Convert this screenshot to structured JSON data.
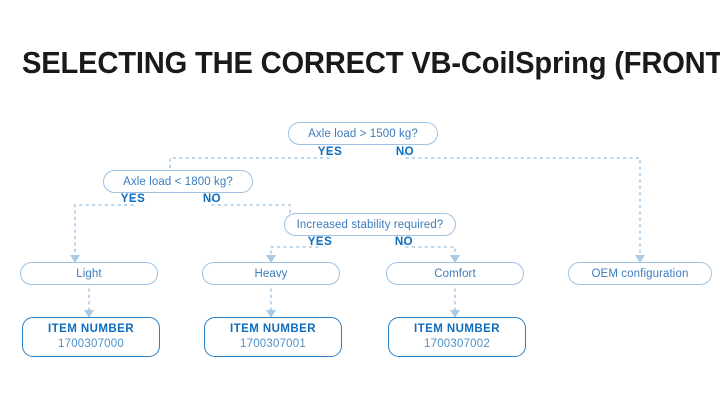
{
  "page": {
    "title": "SELECTING THE CORRECT VB-CoilSpring (FRONT AXLE)",
    "background_color": "#ffffff",
    "accent_color": "#0e6dbd",
    "line_color": "#9dc2e4",
    "pill_text_color": "#3d7cbe"
  },
  "diagram": {
    "type": "flowchart",
    "decisions": [
      {
        "id": "d1",
        "label": "Axle load > 1500 kg?",
        "yes_label": "YES",
        "no_label": "NO",
        "yes_target": "d2",
        "no_target": "r4"
      },
      {
        "id": "d2",
        "label": "Axle load < 1800 kg?",
        "yes_label": "YES",
        "no_label": "NO",
        "yes_target": "r1",
        "no_target": "d3"
      },
      {
        "id": "d3",
        "label": "Increased stability required?",
        "yes_label": "YES",
        "no_label": "NO",
        "yes_target": "r2",
        "no_target": "r3"
      }
    ],
    "results": [
      {
        "id": "r1",
        "label": "Light"
      },
      {
        "id": "r2",
        "label": "Heavy"
      },
      {
        "id": "r3",
        "label": "Comfort"
      },
      {
        "id": "r4",
        "label": "OEM configuration"
      }
    ],
    "items": [
      {
        "id": "i1",
        "title": "ITEM NUMBER",
        "number": "1700307000",
        "source": "r1"
      },
      {
        "id": "i2",
        "title": "ITEM NUMBER",
        "number": "1700307001",
        "source": "r2"
      },
      {
        "id": "i3",
        "title": "ITEM NUMBER",
        "number": "1700307002",
        "source": "r3"
      }
    ]
  }
}
